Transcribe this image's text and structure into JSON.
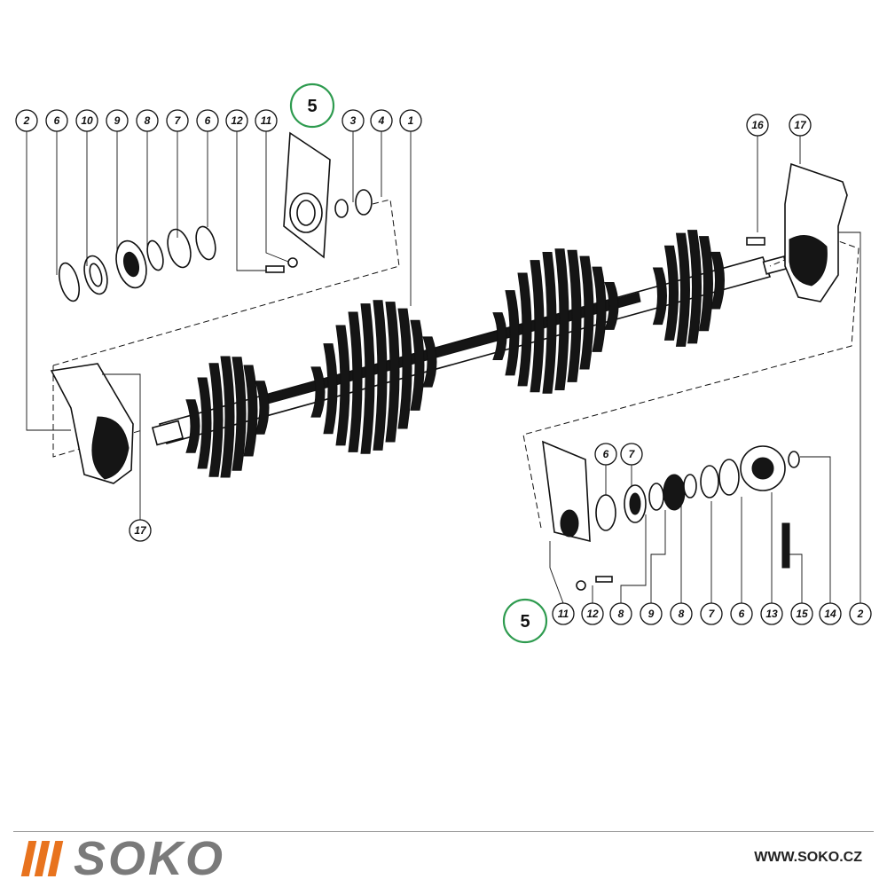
{
  "diagram": {
    "callouts_top_left": [
      "2",
      "6",
      "10",
      "9",
      "8",
      "7",
      "6",
      "12",
      "11",
      "3",
      "4",
      "1"
    ],
    "callouts_top_right": [
      "16",
      "17"
    ],
    "callout_left_bottom": "17",
    "callouts_bottom_right": [
      "6",
      "7"
    ],
    "callouts_bottom_row": [
      "11",
      "12",
      "8",
      "9",
      "8",
      "7",
      "6",
      "13",
      "15",
      "14",
      "2"
    ],
    "highlight_top": "5",
    "highlight_bottom": "5"
  },
  "footer": {
    "brand": "SOKO",
    "website": "WWW.SOKO.CZ",
    "brand_color": "#e8731e",
    "highlight_color": "#2e9b4f"
  }
}
